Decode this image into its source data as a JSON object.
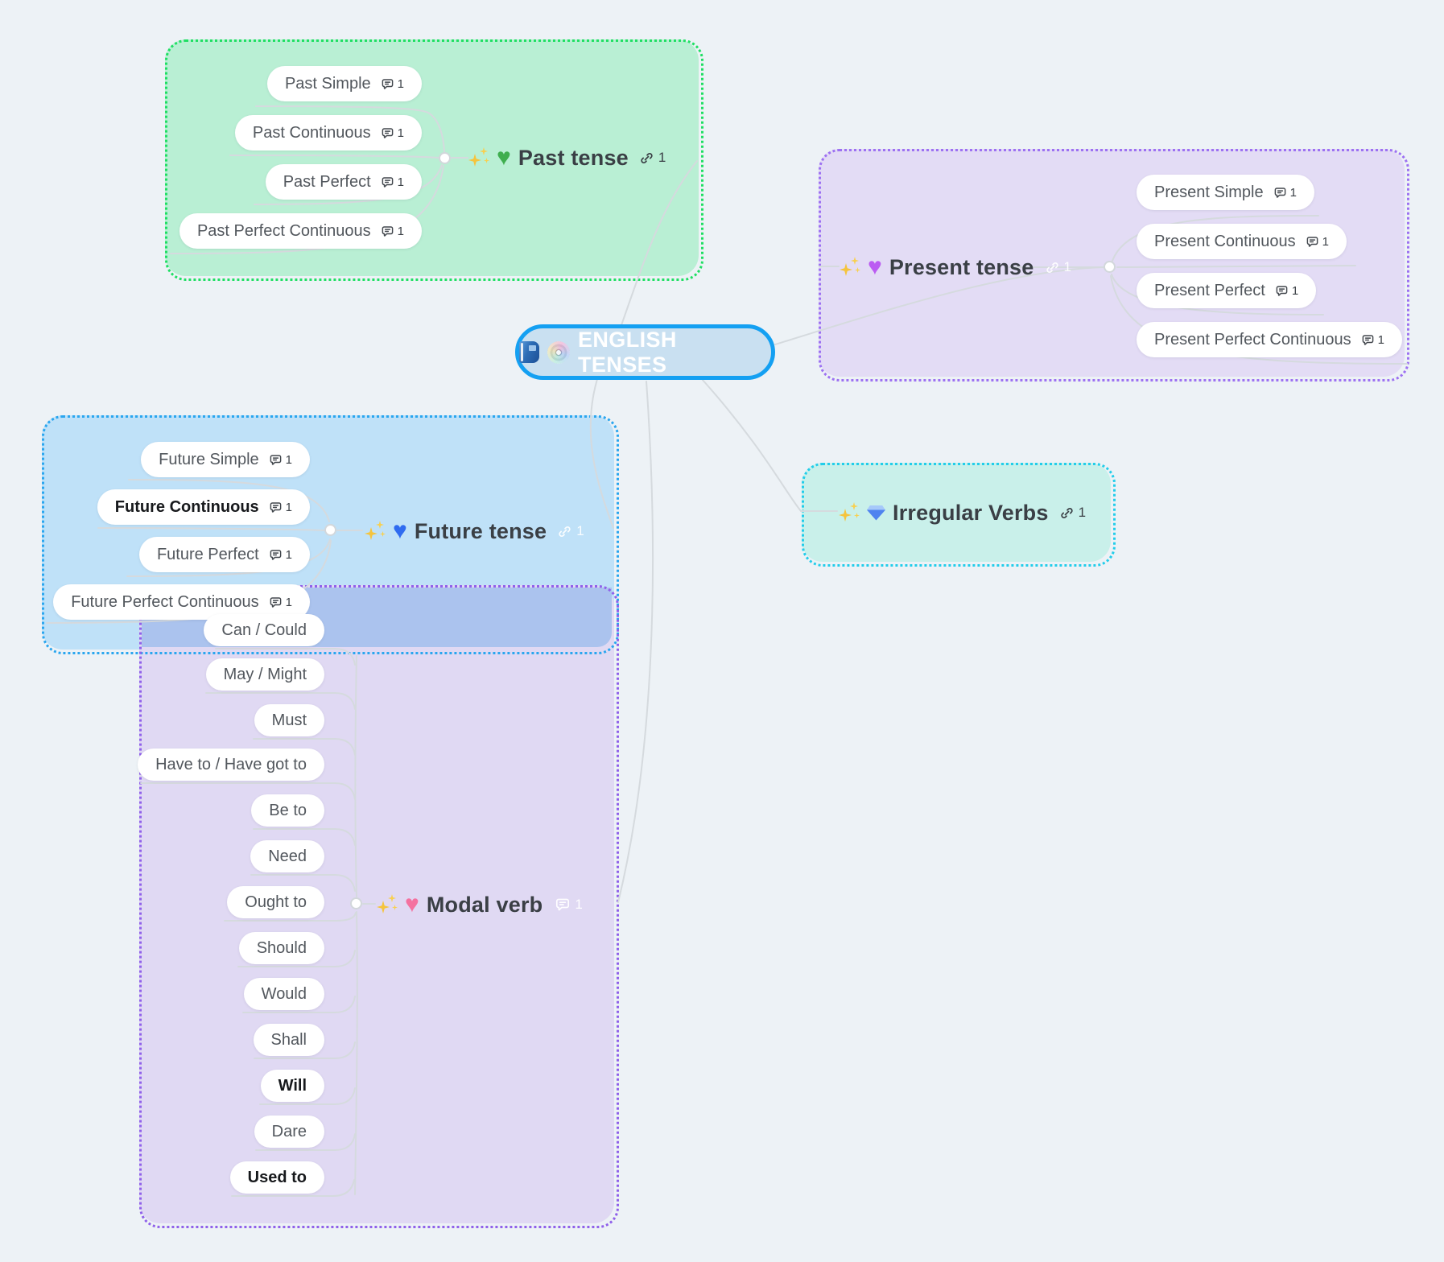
{
  "root": {
    "label": "ENGLISH TENSES"
  },
  "groups": {
    "past": {
      "title": "Past tense",
      "link_count": "1",
      "children": [
        {
          "label": "Past Simple",
          "comments": "1"
        },
        {
          "label": "Past Continuous",
          "comments": "1"
        },
        {
          "label": "Past Perfect",
          "comments": "1"
        },
        {
          "label": "Past Perfect Continuous",
          "comments": "1"
        }
      ]
    },
    "present": {
      "title": "Present tense",
      "link_count": "1",
      "children": [
        {
          "label": "Present Simple",
          "comments": "1"
        },
        {
          "label": "Present Continuous",
          "comments": "1"
        },
        {
          "label": "Present Perfect",
          "comments": "1"
        },
        {
          "label": "Present Perfect Continuous",
          "comments": "1"
        }
      ]
    },
    "future": {
      "title": "Future tense",
      "link_count": "1",
      "children": [
        {
          "label": "Future Simple",
          "comments": "1"
        },
        {
          "label": "Future Continuous",
          "comments": "1"
        },
        {
          "label": "Future Perfect",
          "comments": "1"
        },
        {
          "label": "Future Perfect Continuous",
          "comments": "1"
        }
      ]
    },
    "irregular": {
      "title": "Irregular Verbs",
      "link_count": "1"
    },
    "modal": {
      "title": "Modal verb",
      "comment_count": "1",
      "children": [
        {
          "label": "Can / Could"
        },
        {
          "label": "May / Might"
        },
        {
          "label": "Must"
        },
        {
          "label": "Have to / Have got to"
        },
        {
          "label": "Be to"
        },
        {
          "label": "Need"
        },
        {
          "label": "Ought to"
        },
        {
          "label": "Should"
        },
        {
          "label": "Would"
        },
        {
          "label": "Shall"
        },
        {
          "label": "Will"
        },
        {
          "label": "Dare"
        },
        {
          "label": "Used to"
        }
      ]
    }
  },
  "colors": {
    "background": "#edf2f6",
    "connector": "#d5dade",
    "central_border": "#14a0f2",
    "central_fill": "#c9e0f1",
    "past_border": "#1fdf63",
    "past_fill": "#b9efd4",
    "present_border": "#9d71f2",
    "present_fill": "#e3dcf5",
    "future_border": "#2aa6ef",
    "future_fill": "#bfe1f8",
    "modal_border": "#9061ea",
    "modal_fill": "#e0d9f3",
    "irregular_border": "#22cdea",
    "irregular_fill": "#c9f0ea",
    "overlap_fill": "#abc3ee",
    "heart_past": "#3fae4f",
    "heart_present": "#bb5cf2",
    "heart_future": "#2f6bf0",
    "heart_modal": "#f4719f"
  }
}
